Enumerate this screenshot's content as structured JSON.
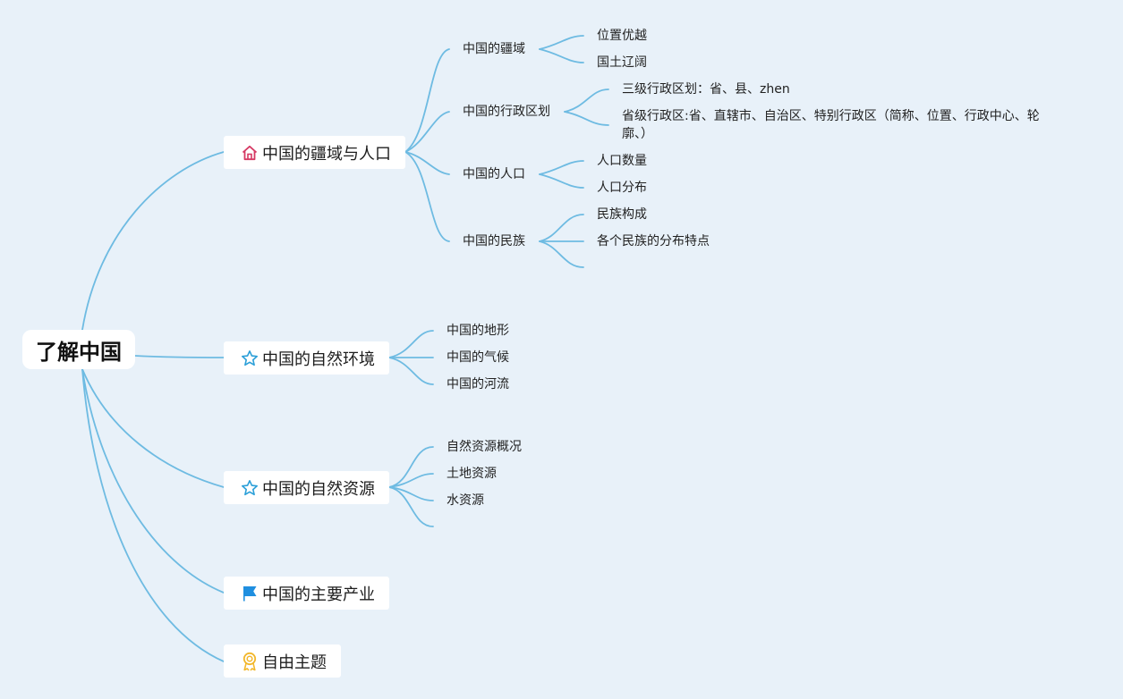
{
  "root": {
    "label": "了解中国"
  },
  "branches": [
    {
      "label": "中国的疆域与人口",
      "icon": "home-icon",
      "children": [
        {
          "label": "中国的疆域",
          "children": [
            "位置优越",
            "国土辽阔"
          ]
        },
        {
          "label": "中国的行政区划",
          "children": [
            "三级行政区划：省、县、zhen",
            "省级行政区:省、直辖市、自治区、特别行政区（简称、位置、行政中心、轮廓、）"
          ]
        },
        {
          "label": "中国的人口",
          "children": [
            "人口数量",
            "人口分布"
          ]
        },
        {
          "label": "中国的民族",
          "children": [
            "民族构成",
            "各个民族的分布特点",
            ""
          ]
        }
      ]
    },
    {
      "label": "中国的自然环境",
      "icon": "star-icon",
      "children": [
        "中国的地形",
        "中国的气候",
        "中国的河流"
      ]
    },
    {
      "label": "中国的自然资源",
      "icon": "star-icon",
      "children": [
        "自然资源概况",
        "土地资源",
        "水资源",
        ""
      ]
    },
    {
      "label": "中国的主要产业",
      "icon": "flag-icon",
      "children": []
    },
    {
      "label": "自由主题",
      "icon": "award-ribbon-icon",
      "children": []
    }
  ],
  "colors": {
    "background": "#e8f1f9",
    "connector": "#6ebbe2",
    "home_icon": "#d63a64",
    "star_icon": "#2b9fd8",
    "flag_icon": "#1f8fe0",
    "award_icon": "#f2b72b"
  }
}
